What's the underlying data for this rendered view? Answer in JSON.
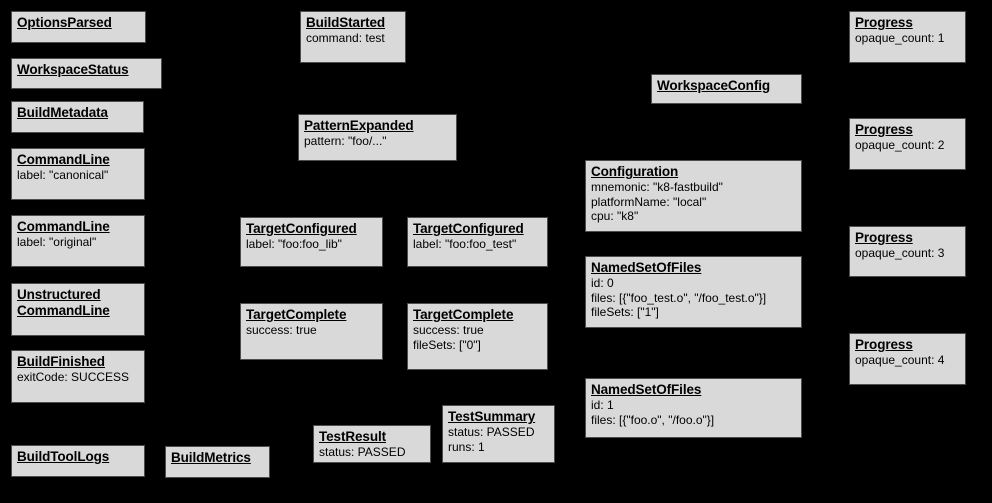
{
  "canvas": {
    "background_color": "#000000",
    "node_fill_color": "#d9d9d9",
    "node_border_color": "#4d4d4d",
    "text_color": "#000000"
  },
  "nodes": [
    {
      "id": "options-parsed",
      "title": "OptionsParsed",
      "fields": []
    },
    {
      "id": "workspace-status",
      "title": "WorkspaceStatus",
      "fields": []
    },
    {
      "id": "build-metadata",
      "title": "BuildMetadata",
      "fields": []
    },
    {
      "id": "command-line-canonical",
      "title": "CommandLine",
      "fields": [
        "label: \"canonical\""
      ]
    },
    {
      "id": "command-line-original",
      "title": "CommandLine",
      "fields": [
        "label: \"original\""
      ]
    },
    {
      "id": "unstructured-command-line",
      "title": "Unstructured CommandLine",
      "fields": []
    },
    {
      "id": "build-finished",
      "title": "BuildFinished",
      "fields": [
        "exitCode: SUCCESS"
      ]
    },
    {
      "id": "build-tool-logs",
      "title": "BuildToolLogs",
      "fields": []
    },
    {
      "id": "build-metrics",
      "title": "BuildMetrics",
      "fields": []
    },
    {
      "id": "build-started",
      "title": "BuildStarted",
      "fields": [
        "command: test"
      ]
    },
    {
      "id": "pattern-expanded",
      "title": "PatternExpanded",
      "fields": [
        "pattern: \"foo/...\""
      ]
    },
    {
      "id": "target-configured-lib",
      "title": "TargetConfigured",
      "fields": [
        "label: \"foo:foo_lib\""
      ]
    },
    {
      "id": "target-configured-test",
      "title": "TargetConfigured",
      "fields": [
        "label: \"foo:foo_test\""
      ]
    },
    {
      "id": "target-complete-lib",
      "title": "TargetComplete",
      "fields": [
        "success: true"
      ]
    },
    {
      "id": "target-complete-test",
      "title": "TargetComplete",
      "fields": [
        "success: true",
        "fileSets: [\"0\"]"
      ]
    },
    {
      "id": "test-result",
      "title": "TestResult",
      "fields": [
        "status: PASSED"
      ]
    },
    {
      "id": "test-summary",
      "title": "TestSummary",
      "fields": [
        "status: PASSED",
        "runs: 1"
      ]
    },
    {
      "id": "workspace-config",
      "title": "WorkspaceConfig",
      "fields": []
    },
    {
      "id": "configuration",
      "title": "Configuration",
      "fields": [
        "mnemonic: \"k8-fastbuild\"",
        "platformName: \"local\"",
        "cpu: \"k8\""
      ]
    },
    {
      "id": "named-set-of-files-0",
      "title": "NamedSetOfFiles",
      "fields": [
        "id: 0",
        "files: [{\"foo_test.o\", \"/foo_test.o\"}]",
        "fileSets: [\"1\"]"
      ]
    },
    {
      "id": "named-set-of-files-1",
      "title": "NamedSetOfFiles",
      "fields": [
        "id: 1",
        "files: [{\"foo.o\", \"/foo.o\"}]"
      ]
    },
    {
      "id": "progress-1",
      "title": "Progress",
      "fields": [
        "opaque_count: 1"
      ]
    },
    {
      "id": "progress-2",
      "title": "Progress",
      "fields": [
        "opaque_count: 2"
      ]
    },
    {
      "id": "progress-3",
      "title": "Progress",
      "fields": [
        "opaque_count: 3"
      ]
    },
    {
      "id": "progress-4",
      "title": "Progress",
      "fields": [
        "opaque_count: 4"
      ]
    }
  ]
}
